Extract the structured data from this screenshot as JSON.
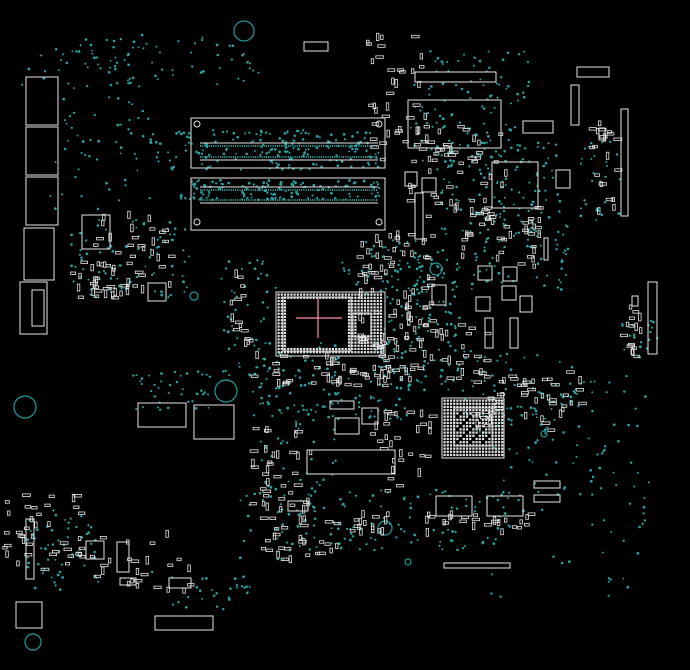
{
  "viewer": {
    "background": "#000000",
    "outline_color": "#e6e6e6",
    "via_color": "#2aa6a6",
    "hole_color": "#1f9c9c",
    "highlight_color": "#ff8fa3"
  },
  "components": [
    {
      "name": "ram-slot-upper",
      "kind": "dimm-slot"
    },
    {
      "name": "ram-slot-lower",
      "kind": "dimm-slot"
    },
    {
      "name": "cpu-package",
      "kind": "bga"
    },
    {
      "name": "pch-package",
      "kind": "bga"
    },
    {
      "name": "rear-io-connectors",
      "kind": "connector-stack"
    },
    {
      "name": "right-edge-header",
      "kind": "connector"
    },
    {
      "name": "bottom-left-header",
      "kind": "connector"
    },
    {
      "name": "mounting-holes",
      "kind": "hole"
    }
  ]
}
